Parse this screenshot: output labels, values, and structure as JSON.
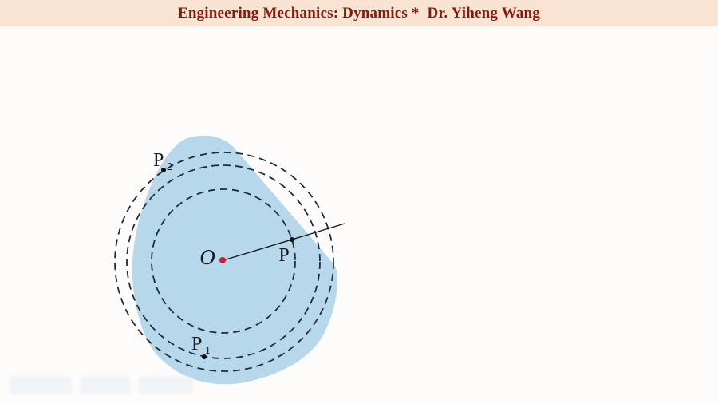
{
  "header": {
    "title": "Engineering Mechanics: Dynamics *  Dr. Yiheng Wang"
  },
  "colors": {
    "header_bg": "#f9e3d3",
    "header_text": "#8e1706",
    "page_bg": "#fdfcfa",
    "body_fill": "#b7d7eb",
    "dash_stroke": "#1e2e3d",
    "line_stroke": "#14181c",
    "point_dot": "#0c0f12",
    "center_dot": "#ce1f2d"
  },
  "diagram": {
    "center_label": "O",
    "points": {
      "p": {
        "base": "P",
        "sub": ""
      },
      "p1": {
        "base": "P",
        "sub": "1"
      },
      "p2": {
        "base": "P",
        "sub": "2"
      }
    }
  }
}
